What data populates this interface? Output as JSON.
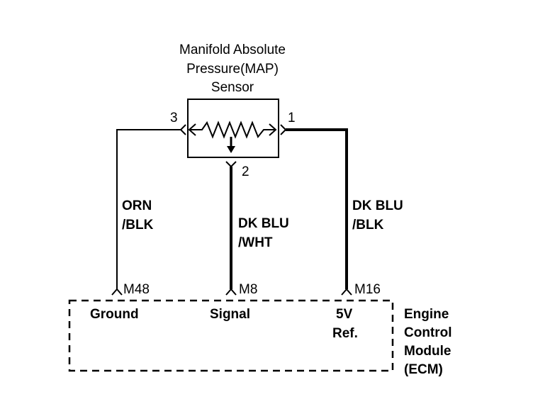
{
  "sensor": {
    "title_line1": "Manifold Absolute",
    "title_line2": "Pressure(MAP)",
    "title_line3": "Sensor",
    "pins": [
      "3",
      "1",
      "2"
    ]
  },
  "wires": {
    "left_line1": "ORN",
    "left_line2": "/BLK",
    "center_line1": "DK BLU",
    "center_line2": "/WHT",
    "right_line1": "DK BLU",
    "right_line2": "/BLK"
  },
  "ecm": {
    "pins": [
      "M48",
      "M8",
      "M16"
    ],
    "ground_label": "Ground",
    "signal_label": "Signal",
    "ref_line1": "5V",
    "ref_line2": "Ref.",
    "name_line1": "Engine",
    "name_line2": "Control",
    "name_line3": "Module",
    "name_line4": "(ECM)"
  }
}
